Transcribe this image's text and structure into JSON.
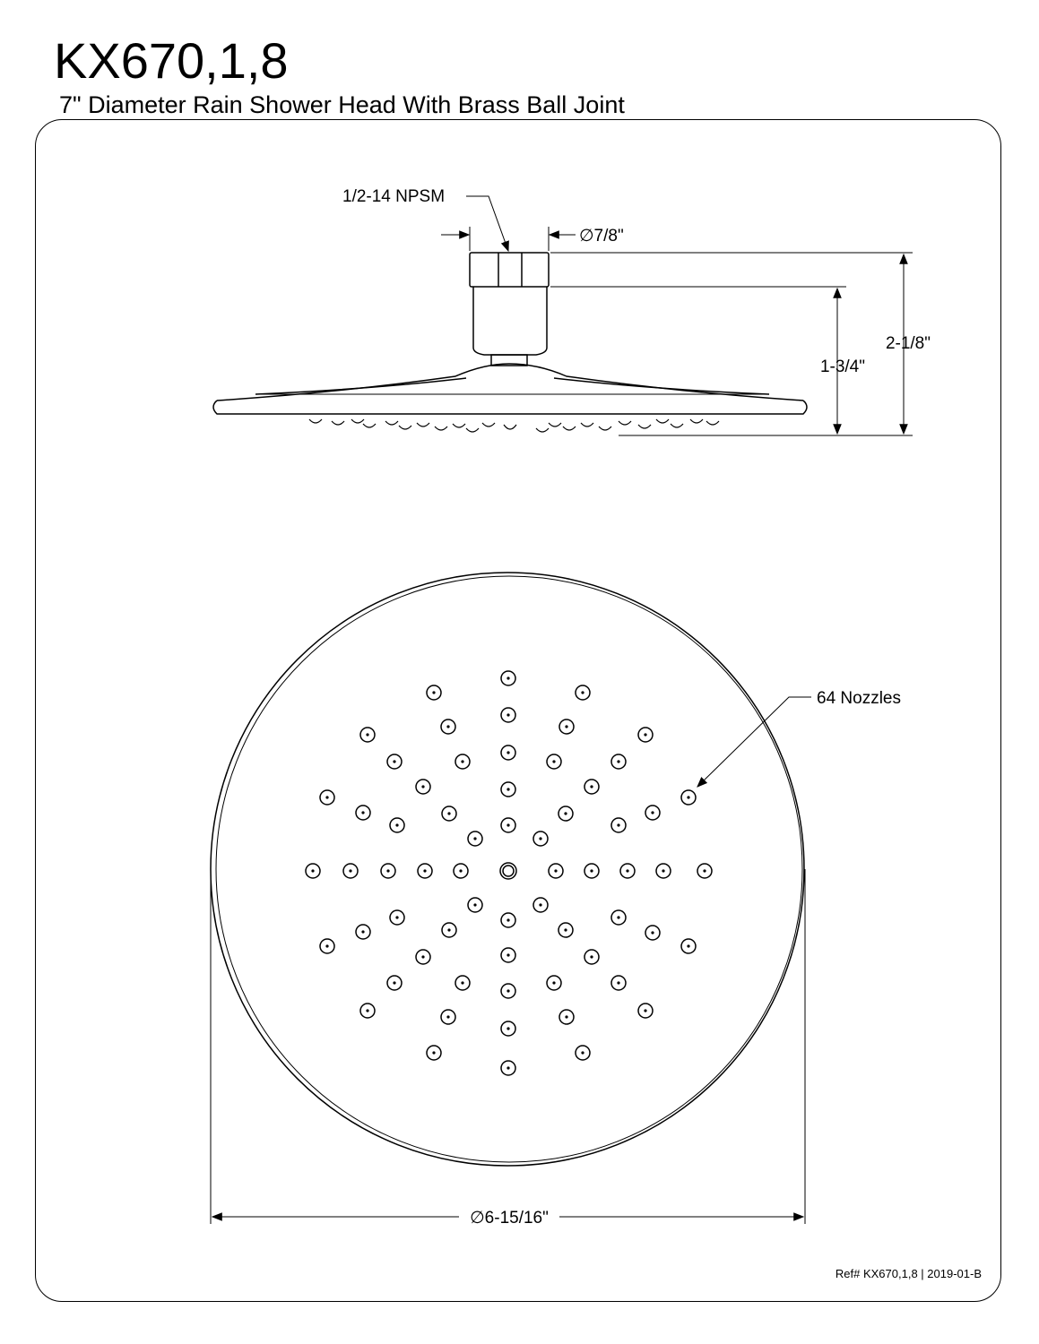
{
  "header": {
    "model": "KX670,1,8",
    "subtitle": "7\" Diameter Rain Shower Head With Brass Ball Joint"
  },
  "side_view": {
    "thread_label": "1/2-14 NPSM",
    "connector_diameter": "∅7/8\"",
    "height_body": "1-3/4\"",
    "height_total": "2-1/8\""
  },
  "top_view": {
    "nozzle_callout": "64 Nozzles",
    "face_diameter": "∅6-15/16\""
  },
  "footer": {
    "ref": "Ref# KX670,1,8 | 2019-01-B"
  }
}
